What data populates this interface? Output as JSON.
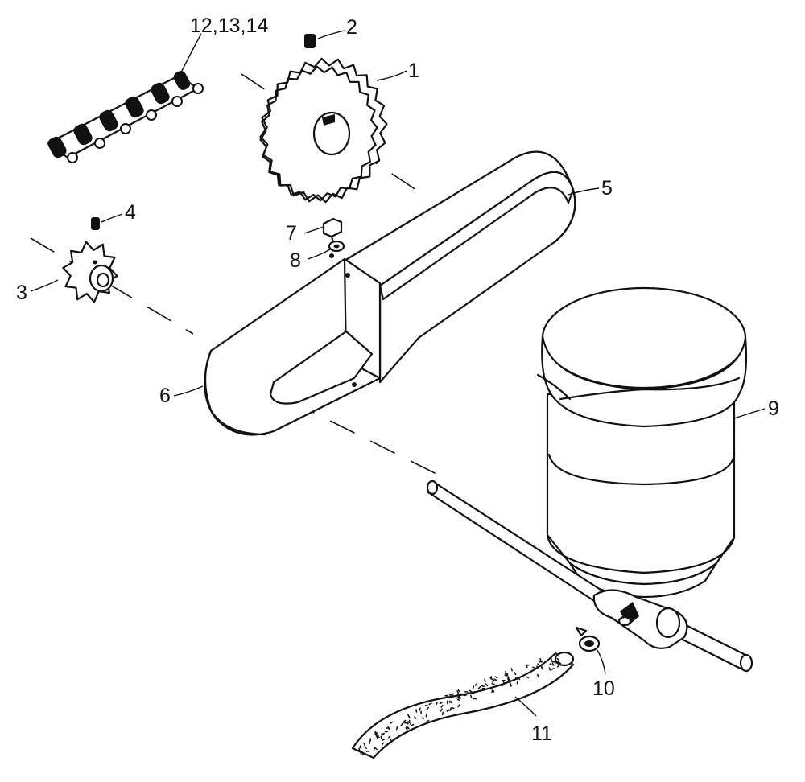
{
  "labels": {
    "p1": "1",
    "p2": "2",
    "p3": "3",
    "p4": "4",
    "p5": "5",
    "p6": "6",
    "p7": "7",
    "p8": "8",
    "p9": "9",
    "p10": "10",
    "p11": "11",
    "p12_14": "12,13,14"
  }
}
